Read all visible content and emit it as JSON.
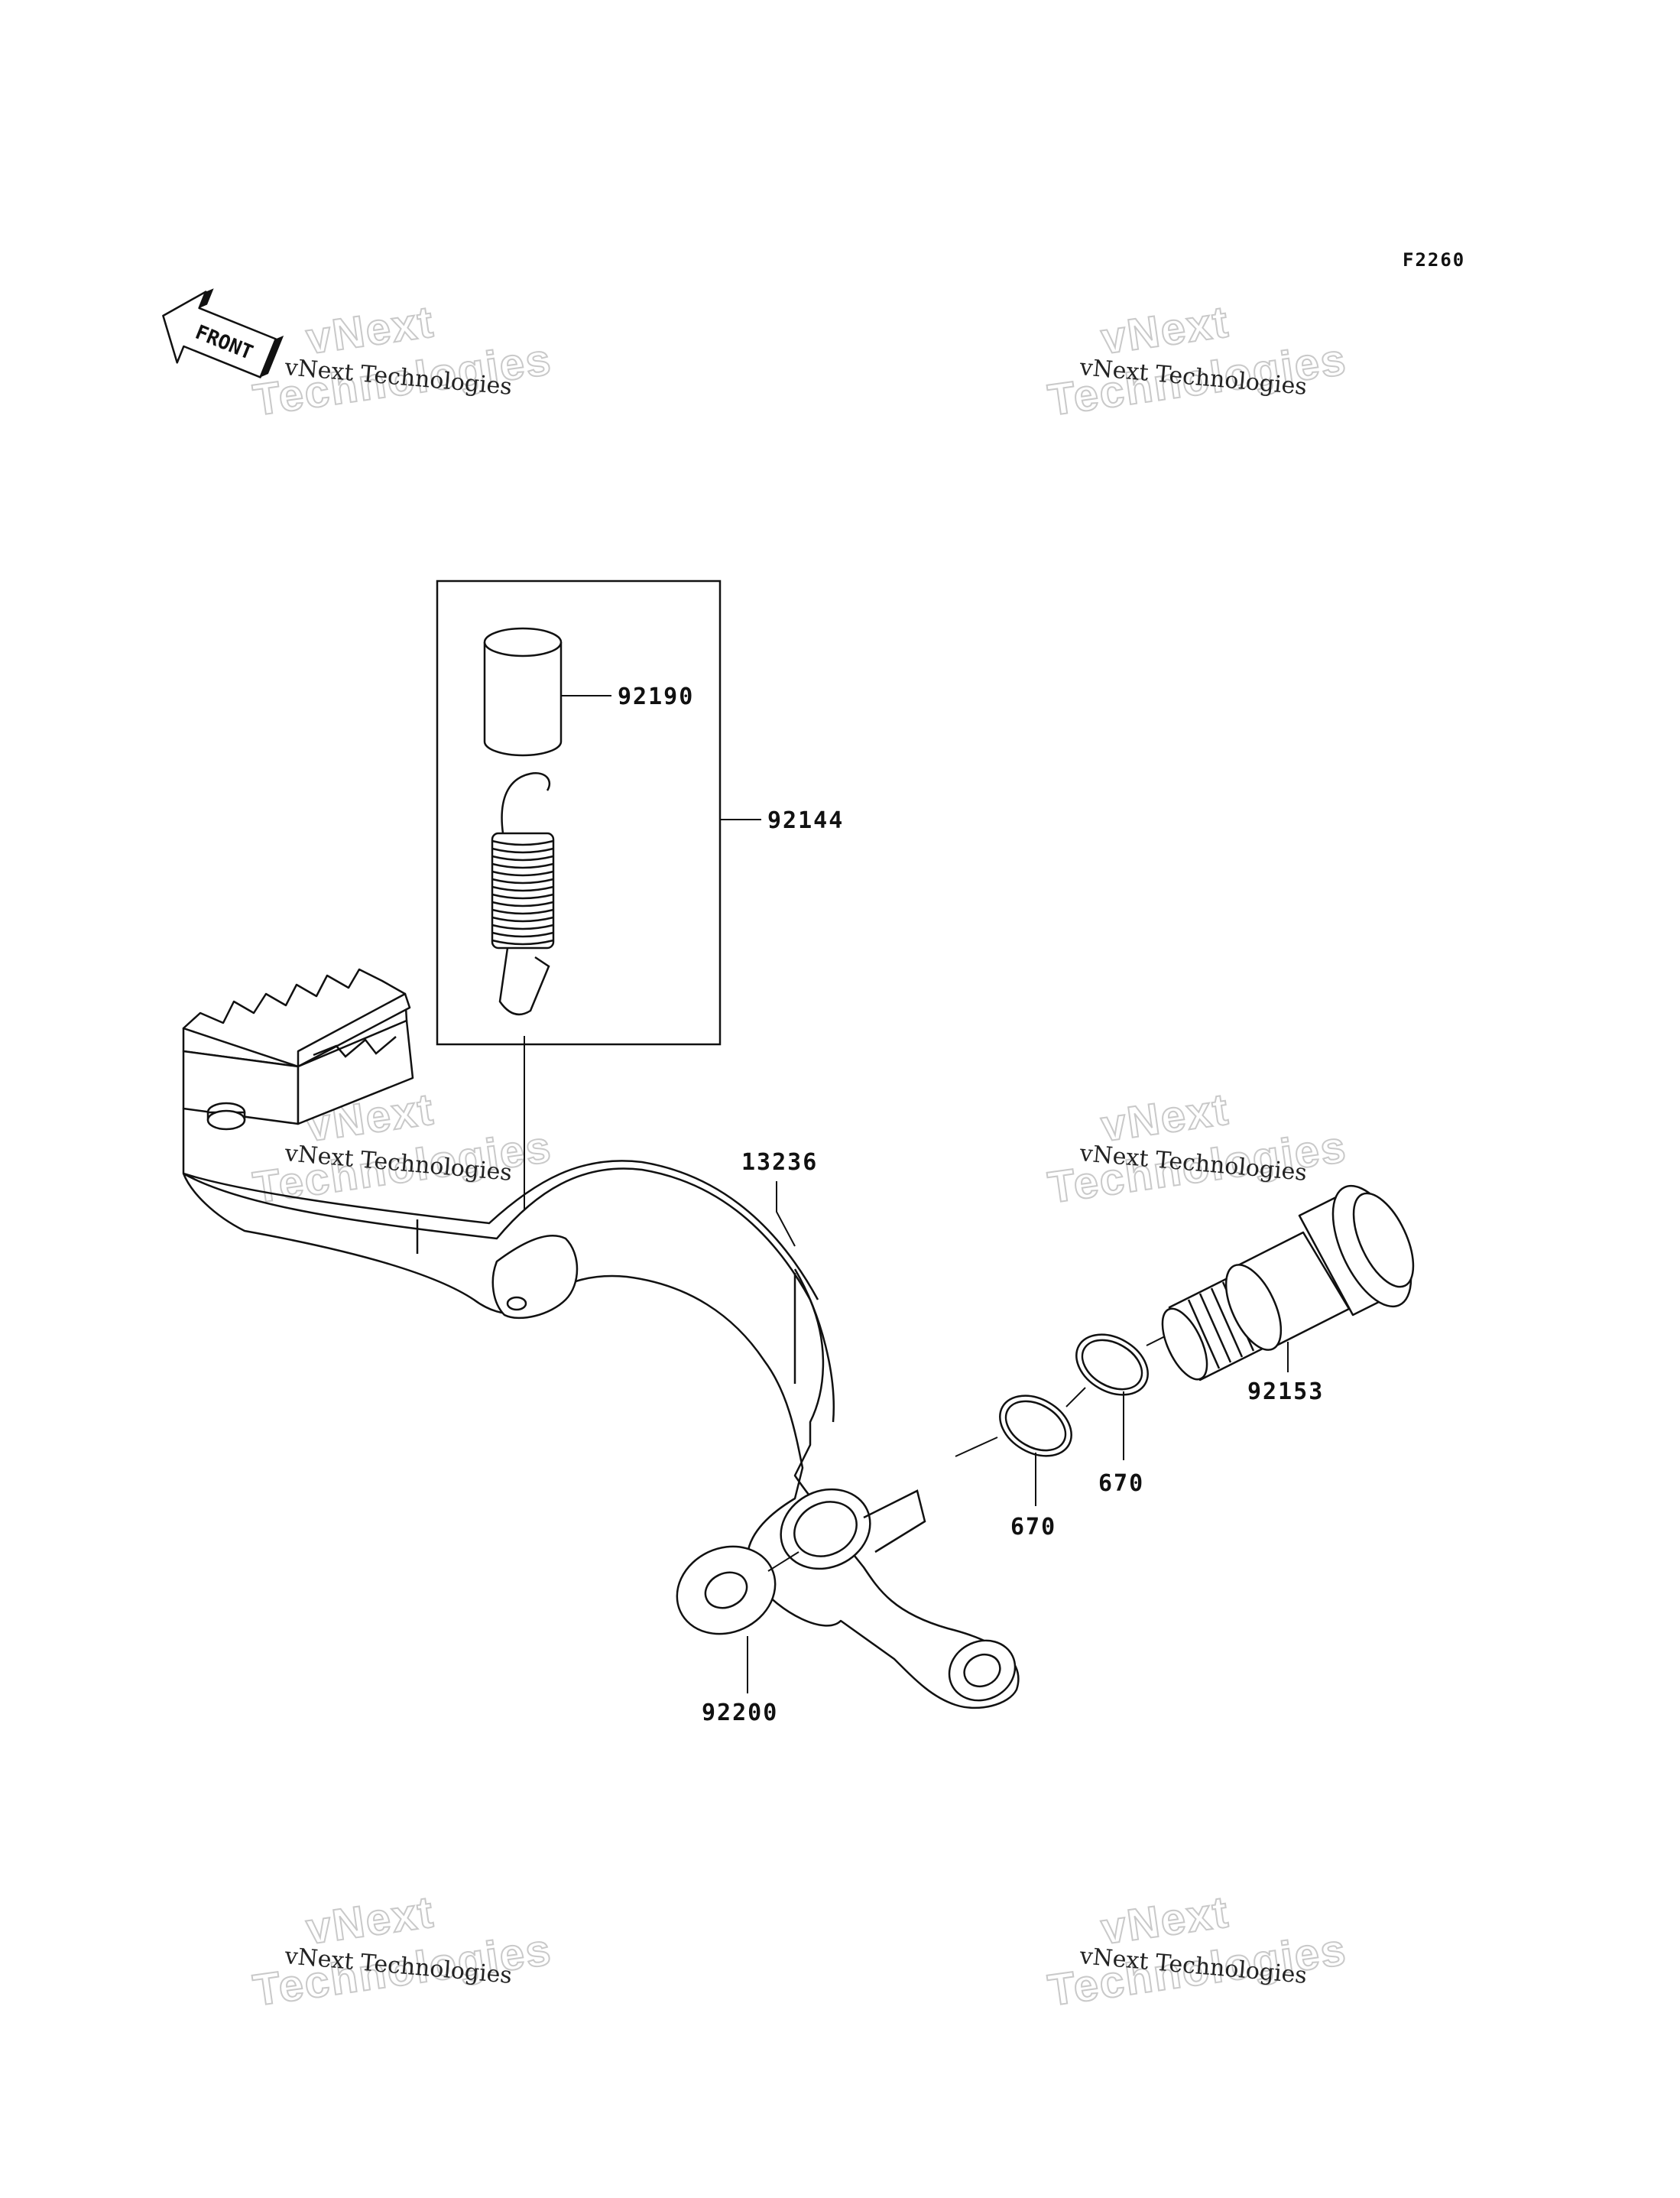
{
  "figure_code": "F2260",
  "front_arrow": {
    "text": "FRONT"
  },
  "watermark": {
    "company": "vNext Technologies",
    "line1": "vNext",
    "line2": "Technologies"
  },
  "labels": {
    "cover": "92190",
    "spring_set": "92144",
    "brake_pedal": "13236",
    "shaft": "92153",
    "o_ring_outer": "670",
    "o_ring_inner": "670",
    "washer": "92200"
  }
}
